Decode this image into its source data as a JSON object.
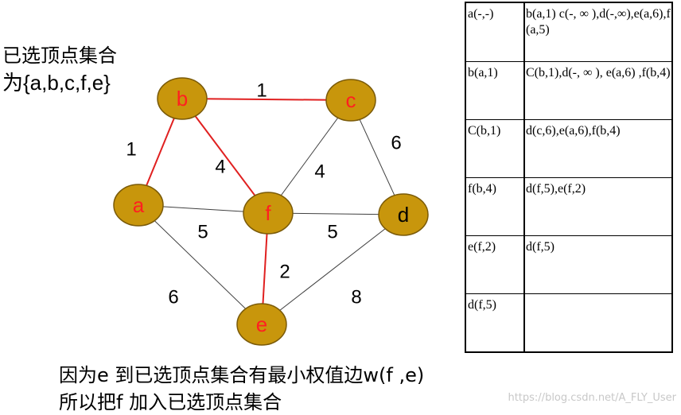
{
  "selected_set": {
    "line1": "已选顶点集合",
    "line2": "为{a,b,c,f,e}"
  },
  "graph": {
    "nodes": [
      {
        "id": "a",
        "label": "a",
        "selected": true
      },
      {
        "id": "b",
        "label": "b",
        "selected": true
      },
      {
        "id": "c",
        "label": "c",
        "selected": true
      },
      {
        "id": "d",
        "label": "d",
        "selected": false
      },
      {
        "id": "e",
        "label": "e",
        "selected": true
      },
      {
        "id": "f",
        "label": "f",
        "selected": true
      }
    ],
    "edges": [
      {
        "from": "b",
        "to": "c",
        "weight": "1",
        "in_tree": true
      },
      {
        "from": "a",
        "to": "b",
        "weight": "1",
        "in_tree": true
      },
      {
        "from": "b",
        "to": "f",
        "weight": "4",
        "in_tree": true
      },
      {
        "from": "f",
        "to": "c",
        "weight": "4",
        "in_tree": false
      },
      {
        "from": "c",
        "to": "d",
        "weight": "6",
        "in_tree": false
      },
      {
        "from": "a",
        "to": "f",
        "weight": "5",
        "in_tree": false
      },
      {
        "from": "f",
        "to": "d",
        "weight": "5",
        "in_tree": false
      },
      {
        "from": "f",
        "to": "e",
        "weight": "2",
        "in_tree": true
      },
      {
        "from": "a",
        "to": "e",
        "weight": "6",
        "in_tree": false
      },
      {
        "from": "e",
        "to": "d",
        "weight": "8",
        "in_tree": false
      }
    ],
    "colors": {
      "node_fill": "#c8960c",
      "node_stroke": "#7a5a08",
      "selected_label": "#ff2020",
      "unselected_label": "#000000",
      "tree_edge": "#e02020",
      "other_edge": "#404040"
    }
  },
  "steps_table": {
    "rows": [
      {
        "vertex": "a(-,-)",
        "candidates": "b(a,1)  c(-, ∞ ),d(-,∞),e(a,6),f(a,5)"
      },
      {
        "vertex": "b(a,1)",
        "candidates": "C(b,1),d(-, ∞ ), e(a,6) ,f(b,4)"
      },
      {
        "vertex": "C(b,1)",
        "candidates": "d(c,6),e(a,6),f(b,4)"
      },
      {
        "vertex": "f(b,4)",
        "candidates": "d(f,5),e(f,2)"
      },
      {
        "vertex": "e(f,2)",
        "candidates": "d(f,5)"
      },
      {
        "vertex": "d(f,5)",
        "candidates": ""
      }
    ]
  },
  "explanation": {
    "line1": "因为e 到已选顶点集合有最小权值边w(f ,e)",
    "line2": "所以把f 加入已选顶点集合"
  },
  "watermark": "https://blog.csdn.net/A_FLY_User"
}
